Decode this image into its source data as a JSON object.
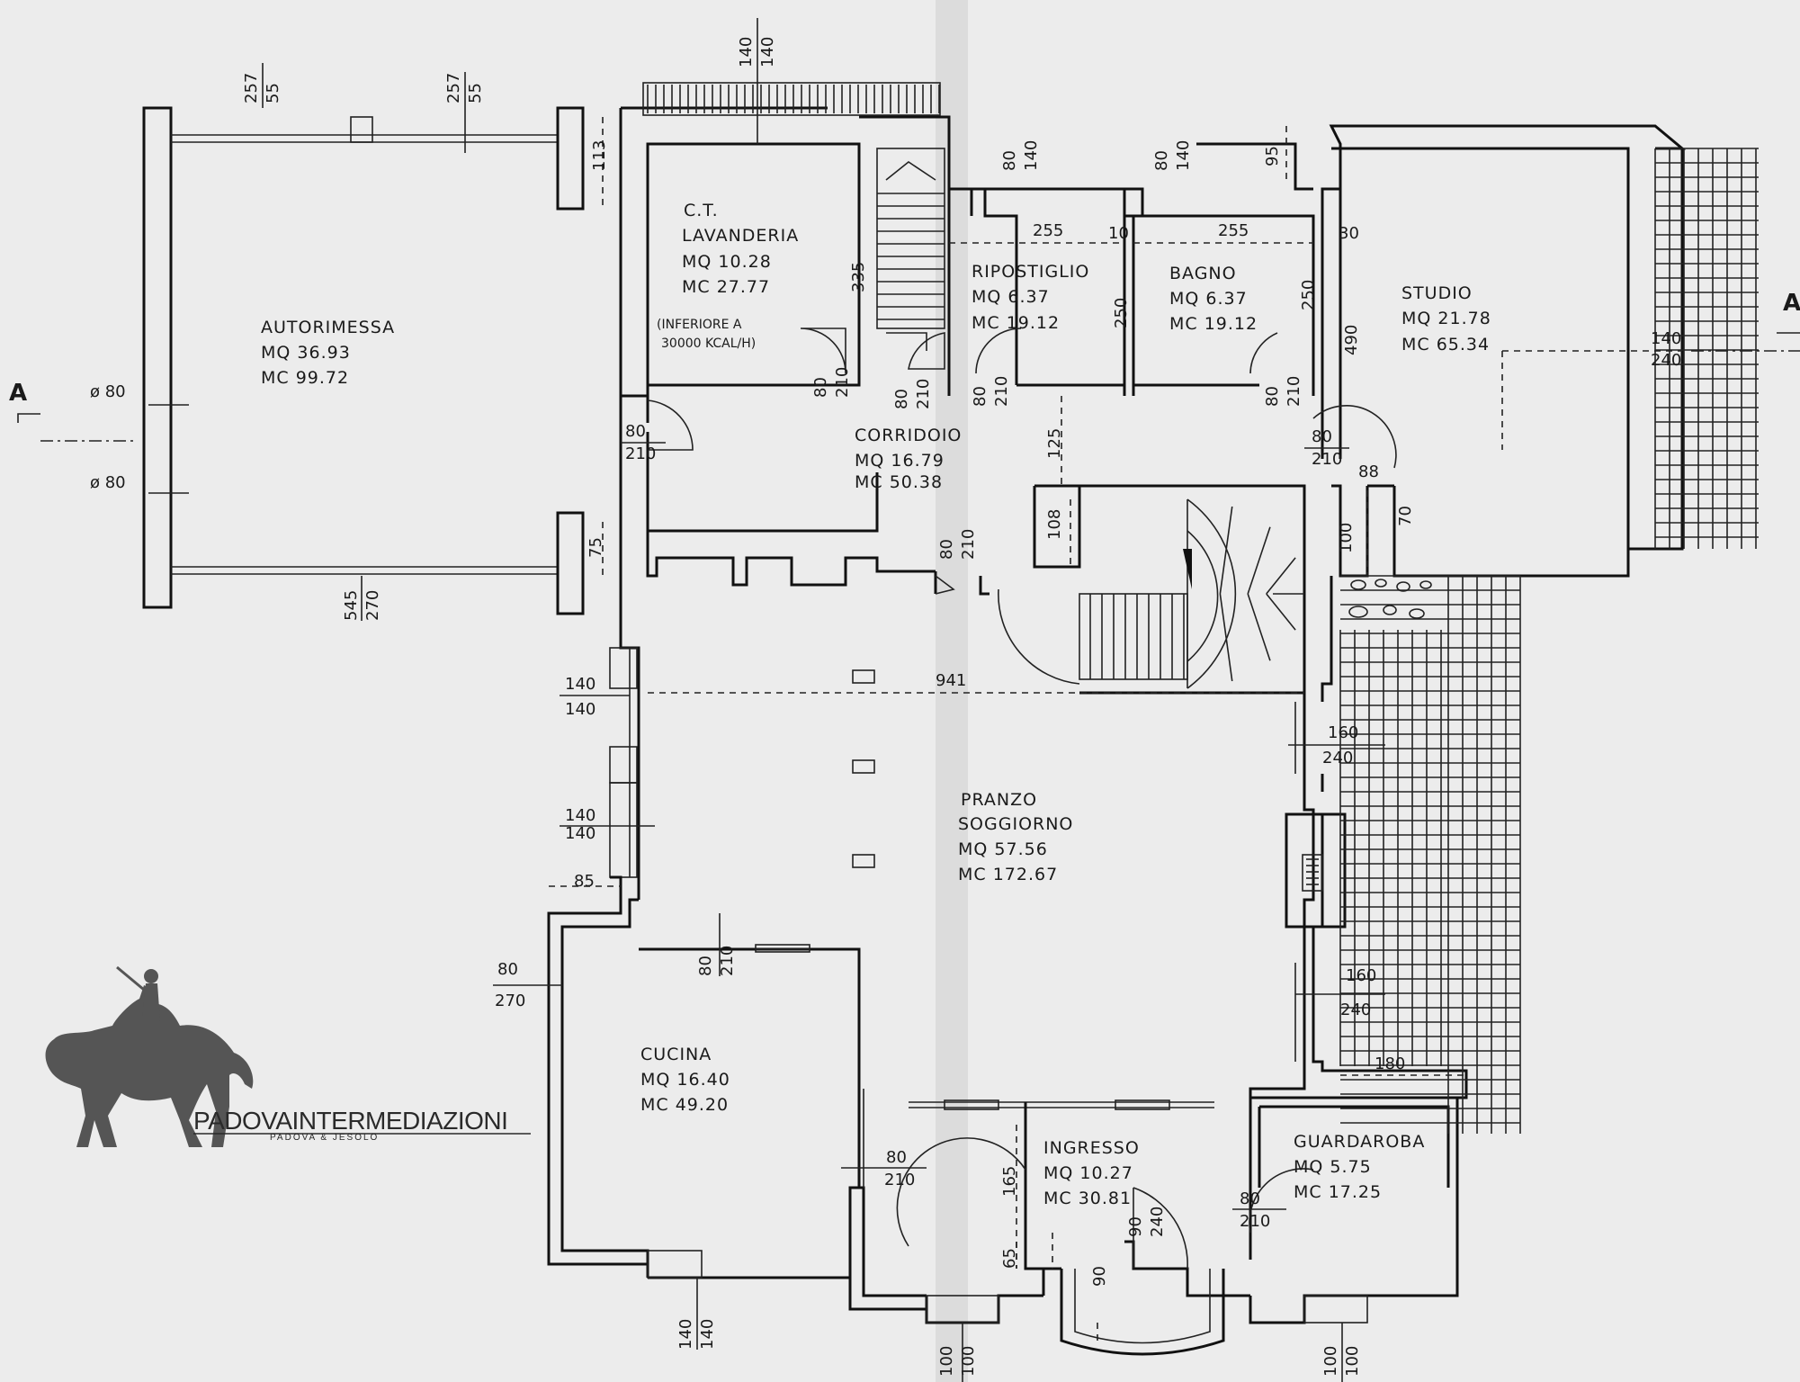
{
  "rooms": {
    "autorimessa": {
      "name": "AUTORIMESSA",
      "mq": "MQ  36.93",
      "mc": "MC  99.72"
    },
    "lavanderia": {
      "name1": "C.T.",
      "name2": "LAVANDERIA",
      "mq": "MQ  10.28",
      "mc": "MC  27.77",
      "note1": "(INFERIORE A",
      "note2": "30000  KCAL/H)"
    },
    "ripostiglio": {
      "name": "RIPOSTIGLIO",
      "mq": "MQ  6.37",
      "mc": "MC  19.12"
    },
    "bagno": {
      "name": "BAGNO",
      "mq": "MQ  6.37",
      "mc": "MC  19.12"
    },
    "studio": {
      "name": "STUDIO",
      "mq": "MQ  21.78",
      "mc": "MC  65.34"
    },
    "corridoio": {
      "name": "CORRIDOIO",
      "mq": "MQ  16.79",
      "mc": "MC  50.38"
    },
    "pranzo": {
      "name1": "PRANZO",
      "name2": "SOGGIORNO",
      "mq": "MQ  57.56",
      "mc": "MC  172.67"
    },
    "cucina": {
      "name": "CUCINA",
      "mq": "MQ  16.40",
      "mc": "MC  49.20"
    },
    "ingresso": {
      "name": "INGRESSO",
      "mq": "MQ  10.27",
      "mc": "MC  30.81"
    },
    "guardaroba": {
      "name": "GUARDAROBA",
      "mq": "MQ  5.75",
      "mc": "MC  17.25"
    }
  },
  "section_markers": {
    "left": "A",
    "right": "A"
  },
  "dimensions": {
    "top_window_a": [
      "257",
      "55"
    ],
    "top_window_b": [
      "257",
      "55"
    ],
    "top_window_c": [
      "140",
      "140"
    ],
    "d113": "113",
    "d335": "335",
    "rip_window": [
      "80",
      "140"
    ],
    "bagno_window": [
      "80",
      "140"
    ],
    "d95": "95",
    "d255a": "255",
    "d10": "10",
    "d255b": "255",
    "d30": "30",
    "d250a": "250",
    "d250b": "250",
    "d490": "490",
    "studio_window": [
      "140",
      "240"
    ],
    "phi80a": "ø 80",
    "phi80b": "ø 80",
    "door_lav": [
      "80",
      "210"
    ],
    "door_stair": [
      "80",
      "210"
    ],
    "door_rip": [
      "80",
      "210"
    ],
    "door_bagno": [
      "80",
      "210"
    ],
    "door_corr_left": [
      "80",
      "210"
    ],
    "door_studio": [
      "80",
      "210"
    ],
    "d88": "88",
    "d125": "125",
    "d108": "108",
    "d100": "100",
    "d70": "70",
    "door_pranzo": [
      "80",
      "210"
    ],
    "d75": "75",
    "garage_door": [
      "545",
      "270"
    ],
    "d941": "941",
    "win_w1": [
      "140",
      "140"
    ],
    "win_w2": [
      "140",
      "140"
    ],
    "win_e1": [
      "160",
      "240"
    ],
    "d85": "85",
    "door_cucina_top": [
      "80",
      "210"
    ],
    "win_cucina": [
      "80",
      "270"
    ],
    "win_e2": [
      "160",
      "240"
    ],
    "d180": "180",
    "door_cucina_right": [
      "80",
      "210"
    ],
    "d165": "165",
    "d65": "65",
    "d90a": "90",
    "door_ingresso": [
      "90",
      "240"
    ],
    "door_guard": [
      "80",
      "210"
    ],
    "win_cucina_bottom": [
      "140",
      "140"
    ],
    "win_ingresso_bottom": [
      "100",
      "100"
    ],
    "win_guard_bottom": [
      "100",
      "100"
    ]
  },
  "logo": {
    "name": "PADOVAINTERMEDIAZIONI",
    "tagline": "PADOVA & JESOLO"
  }
}
